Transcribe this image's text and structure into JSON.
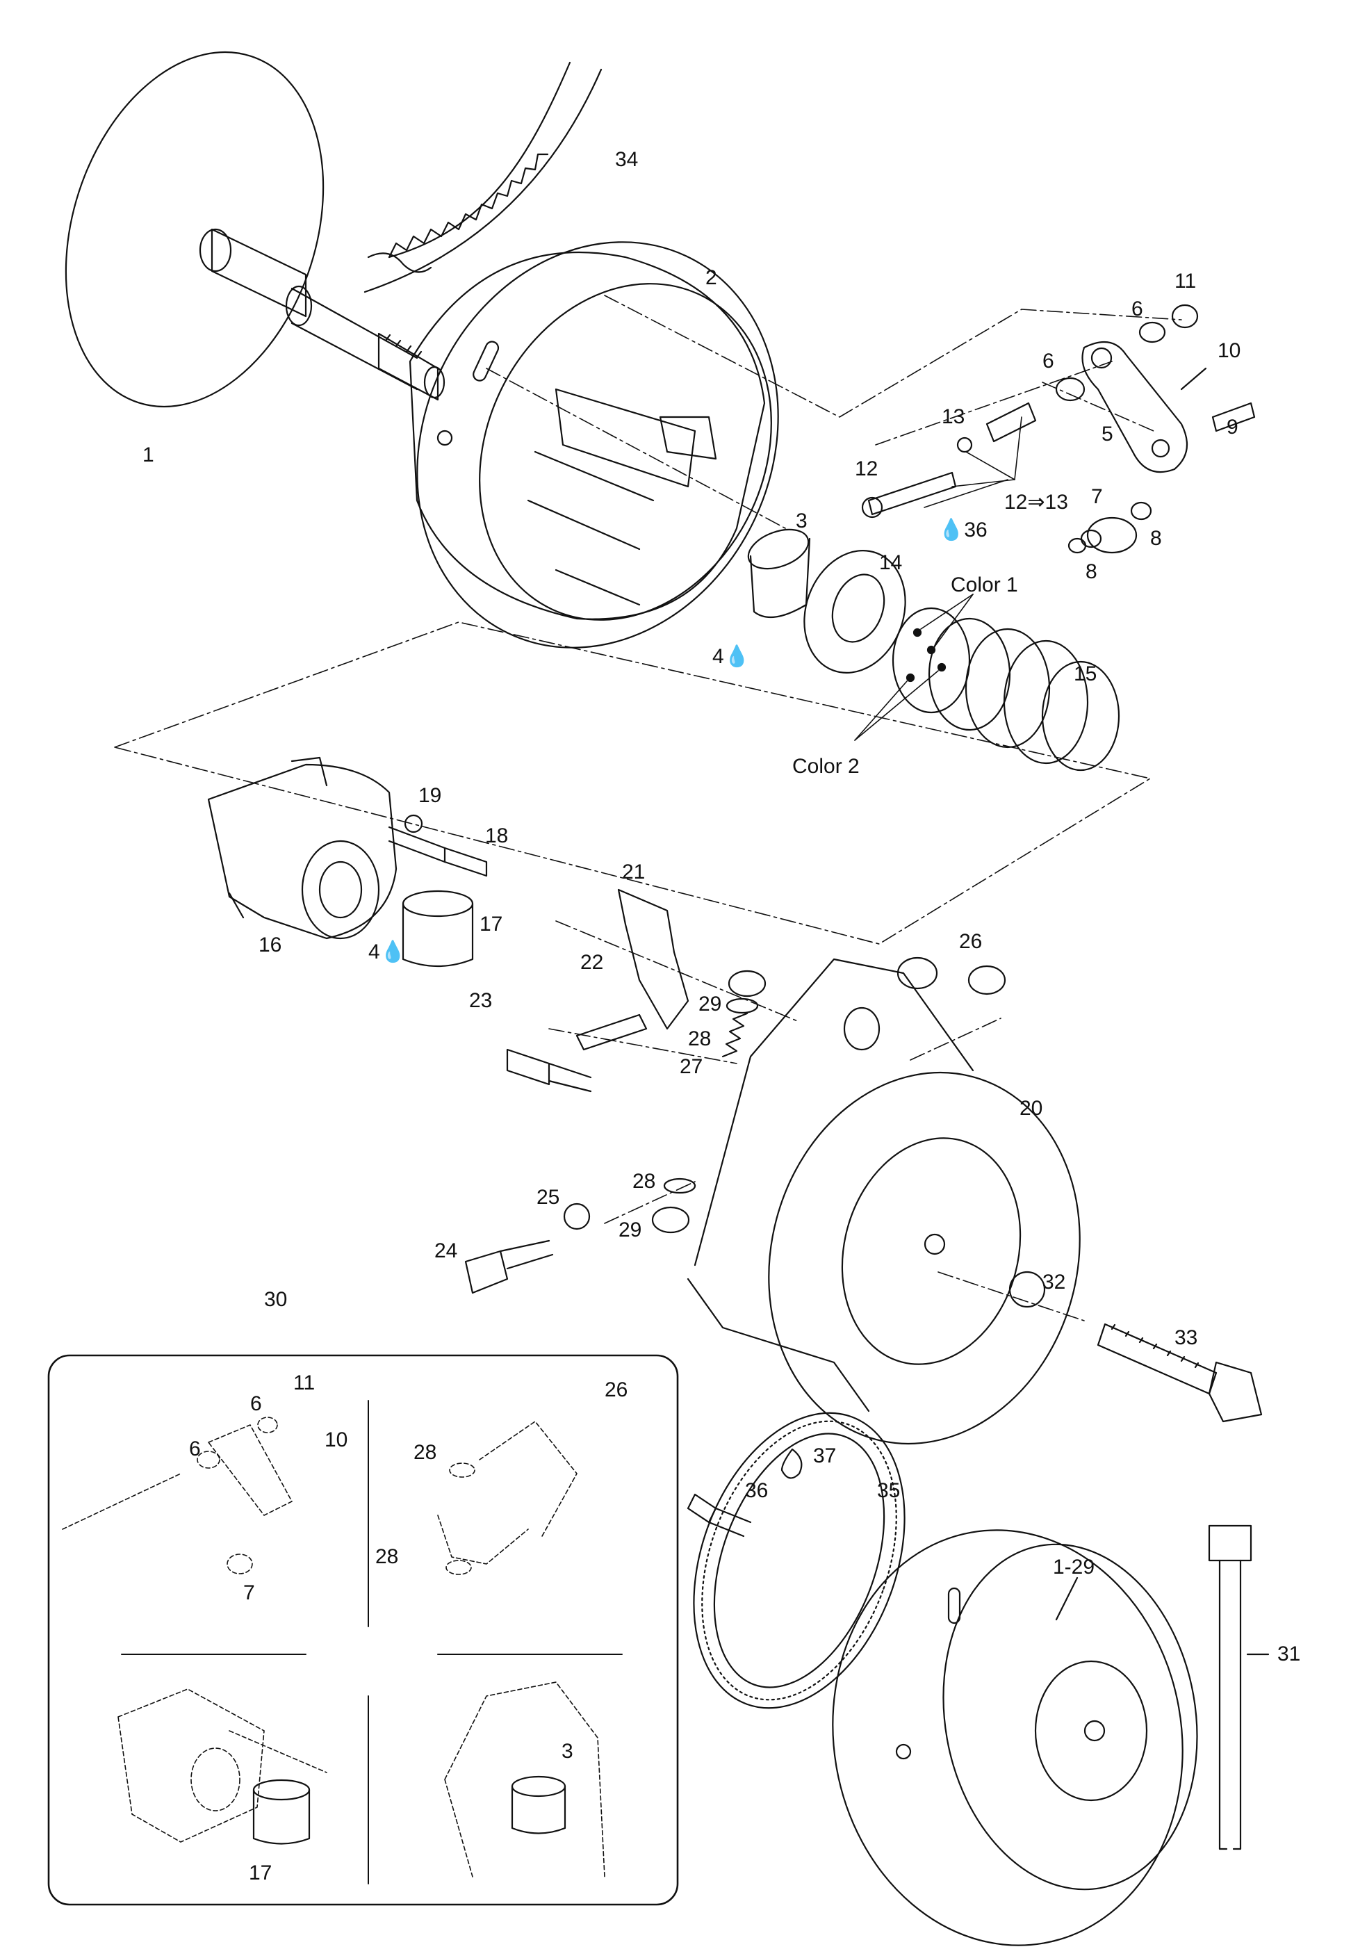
{
  "callouts": {
    "c1": "1",
    "c2": "2",
    "c3": "3",
    "c5": "5",
    "c6a": "6",
    "c6b": "6",
    "c7": "7",
    "c8a": "8",
    "c8b": "8",
    "c9": "9",
    "c10": "10",
    "c11": "11",
    "c12": "12",
    "c13": "13",
    "c14": "14",
    "c15": "15",
    "c16": "16",
    "c17": "17",
    "c18": "18",
    "c19": "19",
    "c20": "20",
    "c21": "21",
    "c22": "22",
    "c23": "23",
    "c24": "24",
    "c25": "25",
    "c26": "26",
    "c27": "27",
    "c28a": "28",
    "c28b": "28",
    "c29a": "29",
    "c29b": "29",
    "c30": "30",
    "c31": "31",
    "c32": "32",
    "c33": "33",
    "c34": "34",
    "c35": "35",
    "c36": "36",
    "c37": "37",
    "c1_29": "1-29",
    "c4a": "4",
    "c4b": "4",
    "c12to13": "12⇒13",
    "c36drop": "36",
    "i6a": "6",
    "i6b": "6",
    "i7": "7",
    "i10": "10",
    "i11": "11",
    "i26": "26",
    "i28a": "28",
    "i28b": "28",
    "i17": "17",
    "i3": "3"
  },
  "notes": {
    "color1": "Color 1",
    "color2": "Color 2"
  },
  "colors": {
    "ink": "#111111",
    "paper": "#ffffff"
  }
}
